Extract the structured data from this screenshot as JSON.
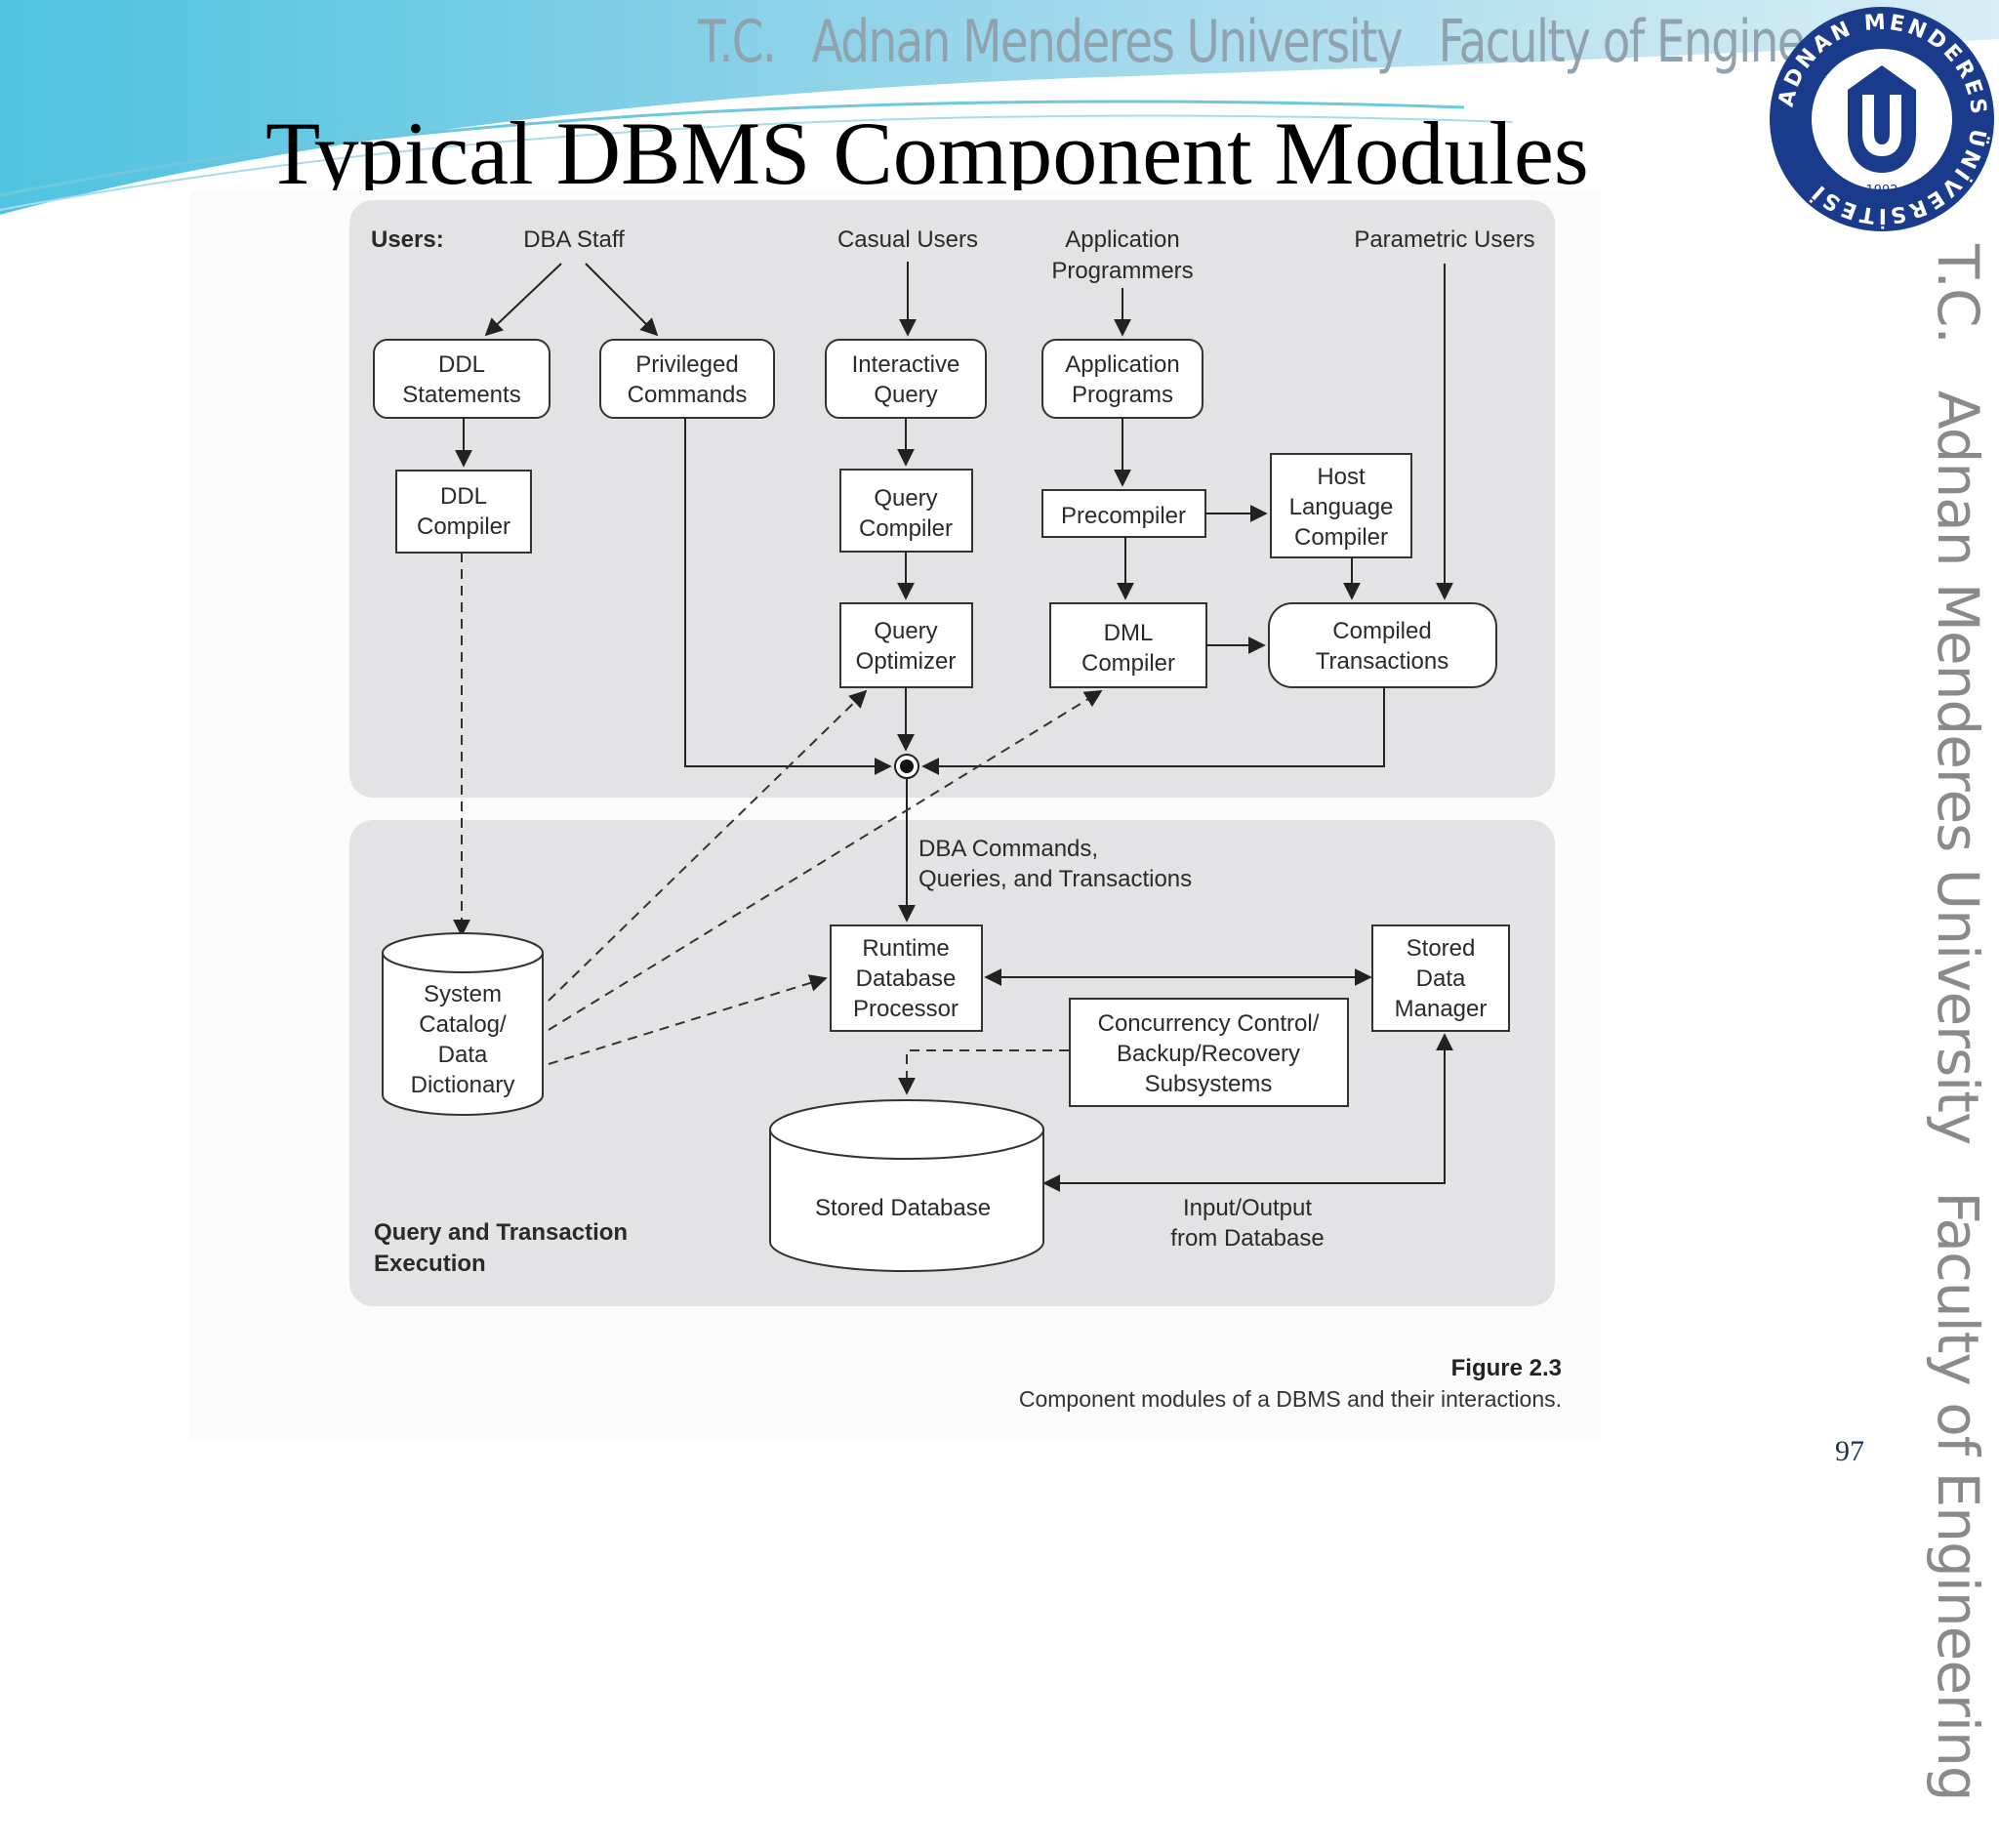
{
  "header": {
    "institution_parts": [
      "T.C.",
      "Adnan Menderes University",
      "Faculty of Engineering"
    ]
  },
  "logo": {
    "ring_text": "ADNAN MENDERES ÜNİVERSİTESİ",
    "year": "1992"
  },
  "slide": {
    "title": "Typical DBMS Component Modules",
    "page_number": "97"
  },
  "diagram": {
    "users_label": "Users:",
    "users": {
      "dba_staff": "DBA Staff",
      "casual_users": "Casual Users",
      "app_programmers": [
        "Application",
        "Programmers"
      ],
      "parametric_users": "Parametric Users"
    },
    "modules": {
      "ddl_statements": [
        "DDL",
        "Statements"
      ],
      "privileged_commands": [
        "Privileged",
        "Commands"
      ],
      "interactive_query": [
        "Interactive",
        "Query"
      ],
      "application_programs": [
        "Application",
        "Programs"
      ],
      "ddl_compiler": [
        "DDL",
        "Compiler"
      ],
      "query_compiler": [
        "Query",
        "Compiler"
      ],
      "precompiler": [
        "Precompiler"
      ],
      "host_language_compiler": [
        "Host",
        "Language",
        "Compiler"
      ],
      "query_optimizer": [
        "Query",
        "Optimizer"
      ],
      "dml_compiler": [
        "DML",
        "Compiler"
      ],
      "compiled_transactions": [
        "Compiled",
        "Transactions"
      ],
      "system_catalog": [
        "System",
        "Catalog/",
        "Data",
        "Dictionary"
      ],
      "runtime_processor": [
        "Runtime",
        "Database",
        "Processor"
      ],
      "stored_data_manager": [
        "Stored",
        "Data",
        "Manager"
      ],
      "concurrency_control": [
        "Concurrency Control/",
        "Backup/Recovery",
        "Subsystems"
      ],
      "stored_database": [
        "Stored Database"
      ]
    },
    "edge_labels": {
      "dba_commands": [
        "DBA Commands,",
        "Queries, and Transactions"
      ],
      "io_from_db": [
        "Input/Output",
        "from Database"
      ]
    },
    "section_label": [
      "Query and Transaction",
      "Execution"
    ]
  },
  "figure": {
    "label": "Figure 2.3",
    "caption": "Component modules of a DBMS and their interactions."
  }
}
